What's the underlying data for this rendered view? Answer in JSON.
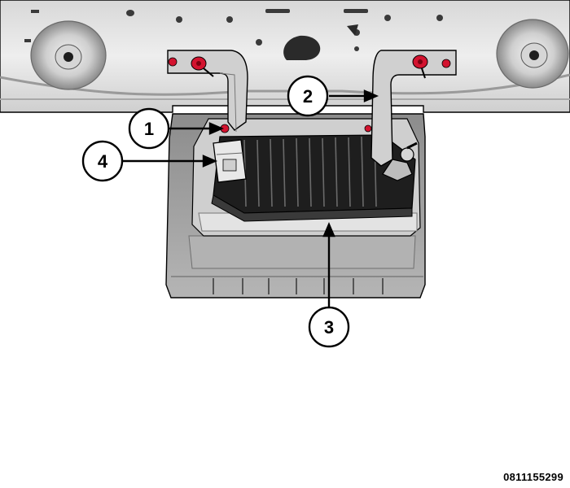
{
  "figure": {
    "id": "0811155299"
  },
  "callouts": [
    {
      "label": "1"
    },
    {
      "label": "2"
    },
    {
      "label": "3"
    },
    {
      "label": "4"
    }
  ],
  "colors": {
    "panel_light": "#e6e6e6",
    "panel_mid": "#bfbfbf",
    "panel_dark": "#7a7a7a",
    "housing": "#9a9a9a",
    "module_dark": "#1f1f1f",
    "fastener_red": "#d3132f",
    "outline": "#000000"
  }
}
